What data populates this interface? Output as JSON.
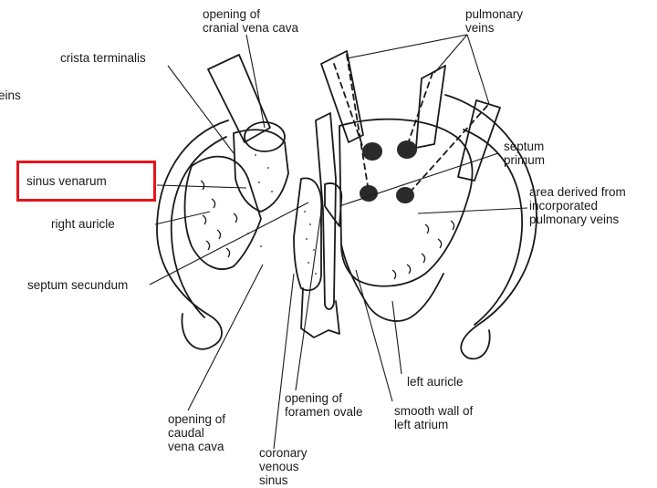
{
  "labels": {
    "cranial_vena_cava": "opening of\ncranial vena cava",
    "pulmonary_veins": "pulmonary\nveins",
    "crista_terminalis": "crista terminalis",
    "veins_fragment": "eins",
    "sinus_venarum": "sinus venarum",
    "septum_primum": "septum\nprimum",
    "right_auricle": "right auricle",
    "area_incorporated": "area derived from\nincorporated\npulmonary veins",
    "septum_secundum": "septum secundum",
    "left_auricle": "left auricle",
    "foramen_ovale": "opening of\nforamen ovale",
    "smooth_wall": "smooth wall of\nleft atrium",
    "caudal_vena_cava": "opening of\ncaudal\nvena cava",
    "coronary_sinus": "coronary\nvenous\nsinus"
  },
  "highlight": {
    "target": "sinus venarum",
    "color": "#e8141c"
  }
}
